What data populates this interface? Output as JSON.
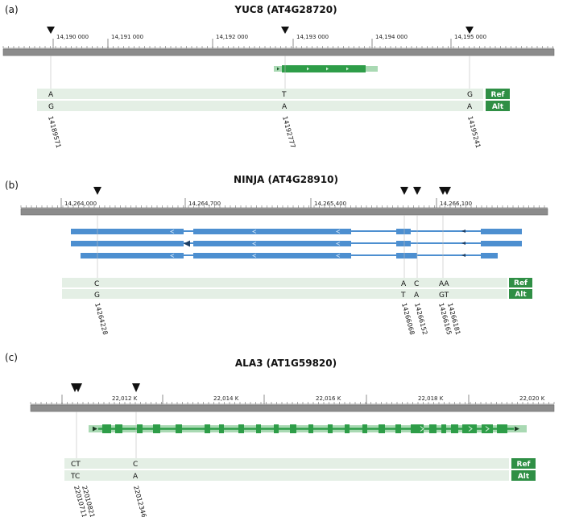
{
  "colors": {
    "axis_bar": "#8c8c8c",
    "row_bg": "#e4efe5",
    "tag_bg": "#2f8f45",
    "green_gene": "#2e9d48",
    "green_light": "#a9d9b3",
    "blue_gene": "#4d8fd0",
    "marker": "#111111"
  },
  "panels": [
    {
      "id": "a",
      "label": "(a)",
      "title": "YUC8 (AT4G28720)",
      "ticks": [
        "14,190 000",
        "14,191 000",
        "14,192 000",
        "14,193 000",
        "14,194 000",
        "14,195 000"
      ],
      "ref_label": "Ref",
      "alt_label": "Alt",
      "variants": [
        {
          "pos": "14189571",
          "ref": "A",
          "alt": "G"
        },
        {
          "pos": "14192777",
          "ref": "T",
          "alt": "A"
        },
        {
          "pos": "14195241",
          "ref": "G",
          "alt": "A"
        }
      ]
    },
    {
      "id": "b",
      "label": "(b)",
      "title": "NINJA (AT4G28910)",
      "ticks": [
        "14,264,000",
        "14,264,700",
        "14,265,400",
        "14,266,100"
      ],
      "ref_label": "Ref",
      "alt_label": "Alt",
      "variants": [
        {
          "pos": "14264228",
          "ref": "C",
          "alt": "G"
        },
        {
          "pos": "14266068",
          "ref": "A",
          "alt": "T"
        },
        {
          "pos": "14266152",
          "ref": "C",
          "alt": "A"
        },
        {
          "pos": "14266165",
          "ref": "AA",
          "alt": "GT"
        },
        {
          "pos": "14266181",
          "ref": "",
          "alt": ""
        }
      ]
    },
    {
      "id": "c",
      "label": "(c)",
      "title": "ALA3 (AT1G59820)",
      "ticks": [
        "22,012 K",
        "22,014 K",
        "22,016 K",
        "22,018 K",
        "22,020 K"
      ],
      "ref_label": "Ref",
      "alt_label": "Alt",
      "variants": [
        {
          "pos": "22010711",
          "ref": "CT",
          "alt": "TC"
        },
        {
          "pos": "22010821",
          "ref": "",
          "alt": ""
        },
        {
          "pos": "22012346",
          "ref": "C",
          "alt": "A"
        }
      ]
    }
  ]
}
